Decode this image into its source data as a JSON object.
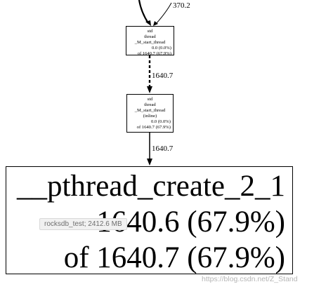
{
  "edges": {
    "top_label": "370.2",
    "middle_label": "1640.7",
    "bottom_label": "1640.7"
  },
  "node_1": {
    "lines": [
      "std",
      "thread",
      "_M_start_thread"
    ],
    "flat": "0.0 (0.0%)",
    "cum": "of 1640.7 (67.9%)"
  },
  "node_2": {
    "lines": [
      "std",
      "thread",
      "_M_start_thread",
      "(inline)"
    ],
    "flat": "0.0 (0.0%)",
    "cum": "of 1640.7 (67.9%)"
  },
  "node_3": {
    "name": "__pthread_create_2_1",
    "flat": "1640.6 (67.9%)",
    "cum": "of 1640.7 (67.9%)"
  },
  "tooltip": "rocksdb_test; 2412.6 MB",
  "watermark": "https://blog.csdn.net/Z_Stand"
}
